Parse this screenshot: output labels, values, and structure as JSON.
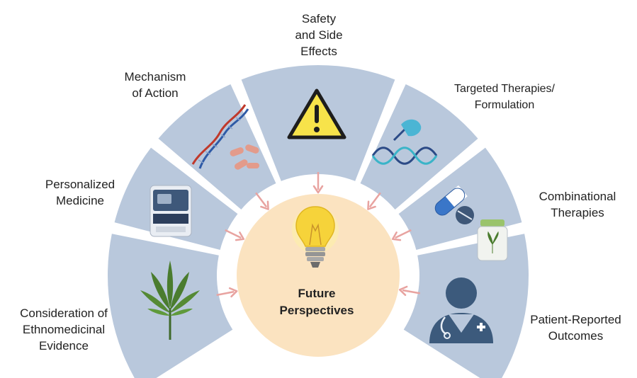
{
  "center": {
    "line1": "Future",
    "line2": "Perspectives"
  },
  "sections": [
    {
      "id": "ethnomedicinal",
      "lines": [
        "Consideration of",
        "Ethnomedicinal",
        "Evidence"
      ],
      "icon": "cannabis-leaf-icon"
    },
    {
      "id": "personalized",
      "lines": [
        "Personalized",
        "Medicine"
      ],
      "icon": "lab-instrument-icon"
    },
    {
      "id": "mechanism",
      "lines": [
        "Mechanism",
        "of Action"
      ],
      "icon": "dna-bacteria-icon"
    },
    {
      "id": "safety",
      "lines": [
        "Safety",
        "and Side",
        "Effects"
      ],
      "icon": "warning-triangle-icon"
    },
    {
      "id": "targeted",
      "lines": [
        "Targeted Therapies/",
        "Formulation"
      ],
      "icon": "gene-editing-icon"
    },
    {
      "id": "combinational",
      "lines": [
        "Combinational",
        "Therapies"
      ],
      "icon": "pills-jar-icon"
    },
    {
      "id": "patient",
      "lines": [
        "Patient-Reported",
        "Outcomes"
      ],
      "icon": "doctor-icon"
    }
  ],
  "colors": {
    "panel": "#b9c8dc",
    "center": "#fbe3c0",
    "arrow": "#e8a3a0",
    "bulb": "#f6d33a",
    "icon_dark": "#3c5a7c"
  }
}
